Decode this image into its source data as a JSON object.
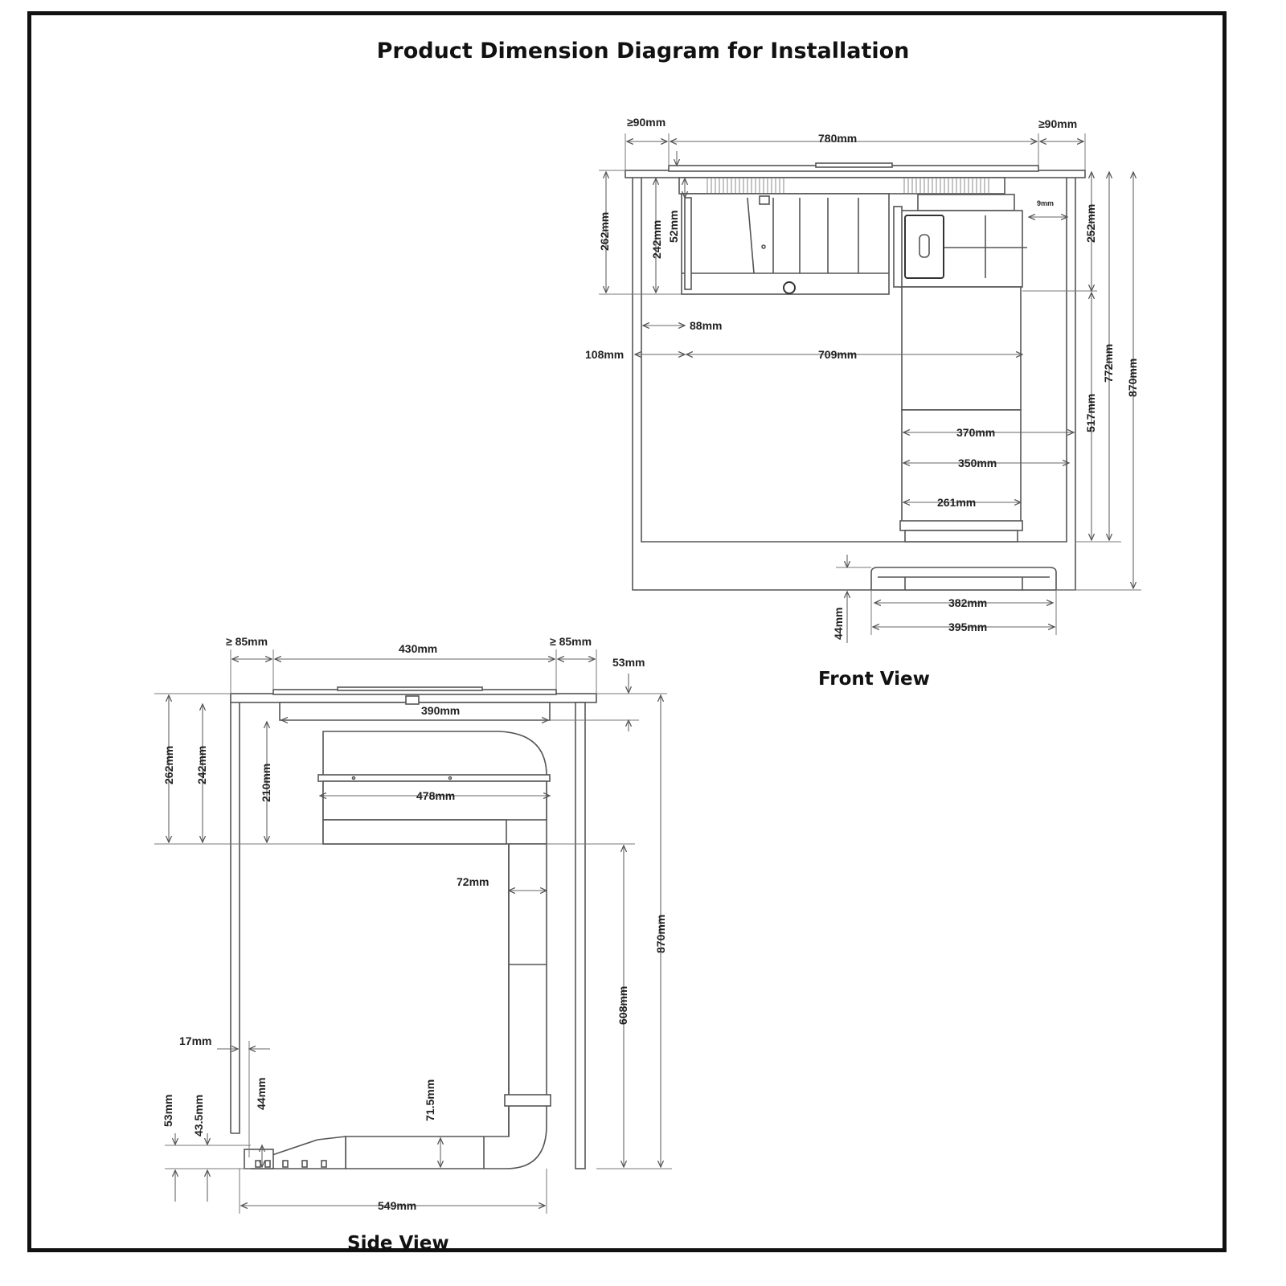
{
  "title": "Product Dimension Diagram for Installation",
  "views": {
    "front": {
      "label": "Front View",
      "dims": {
        "clear_left": "≥90mm",
        "width": "780mm",
        "clear_right": "≥90mm",
        "d262": "262mm",
        "d242": "242mm",
        "d52": "52mm",
        "d9": "9mm",
        "d252": "252mm",
        "d88": "88mm",
        "d108": "108mm",
        "d709": "709mm",
        "d772": "772mm",
        "d870": "870mm",
        "d517": "517mm",
        "d370": "370mm",
        "d350": "350mm",
        "d261": "261mm",
        "d382": "382mm",
        "d395": "395mm",
        "d44": "44mm"
      }
    },
    "side": {
      "label": "Side View",
      "dims": {
        "clear_left": "≥ 85mm",
        "width": "430mm",
        "clear_right": "≥ 85mm",
        "d53_top": "53mm",
        "d390": "390mm",
        "d262": "262mm",
        "d242": "242mm",
        "d210": "210mm",
        "d478": "478mm",
        "d72": "72mm",
        "d870": "870mm",
        "d608": "608mm",
        "d17": "17mm",
        "d53_bottom": "53mm",
        "d43_5": "43.5mm",
        "d44": "44mm",
        "d71_5": "71.5mm",
        "d549": "549mm"
      }
    }
  }
}
